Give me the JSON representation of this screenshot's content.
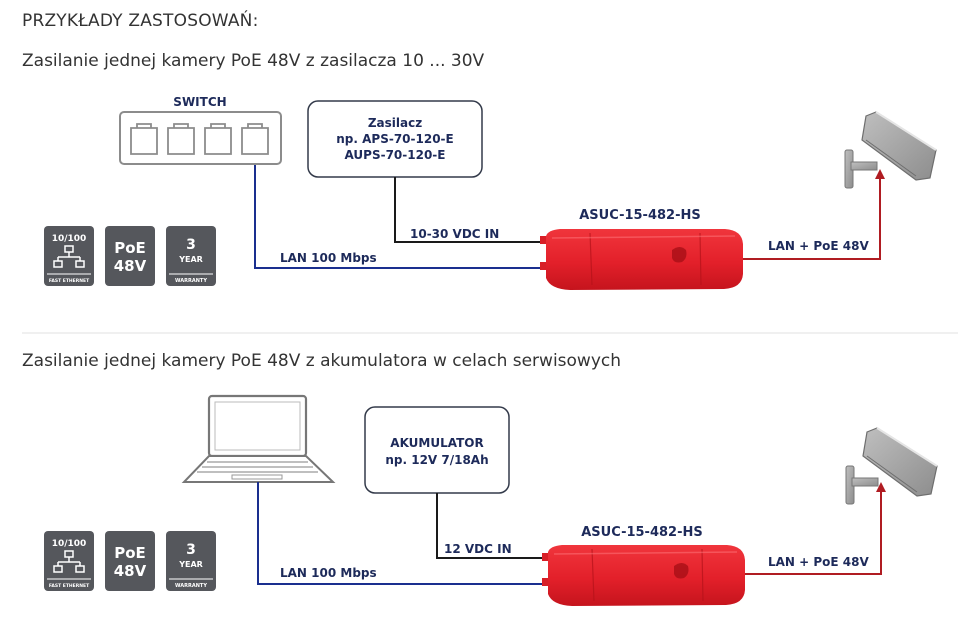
{
  "heading": "PRZYKŁADY ZASTOSOWAŃ:",
  "scenario1": {
    "title": "Zasilanie jednej kamery PoE 48V z zasilacza 10 ... 30V",
    "switch_label": "SWITCH",
    "psu_line1": "Zasilacz",
    "psu_line2": "np. APS-70-120-E",
    "psu_line3": "AUPS-70-120-E",
    "device_label": "ASUC-15-482-HS",
    "power_in_label": "10-30 VDC IN",
    "lan_label": "LAN 100 Mbps",
    "output_label": "LAN + PoE 48V"
  },
  "scenario2": {
    "title": "Zasilanie jednej kamery PoE 48V z akumulatora w celach serwisowych",
    "battery_line1": "AKUMULATOR",
    "battery_line2": "np. 12V 7/18Ah",
    "device_label": "ASUC-15-482-HS",
    "power_in_label": "12 VDC IN",
    "lan_label": "LAN 100 Mbps",
    "output_label": "LAN + PoE 48V"
  },
  "badges": {
    "ethernet_top": "10/100",
    "ethernet_bottom": "FAST ETHERNET",
    "poe_line1": "PoE",
    "poe_line2": "48V",
    "warranty_number": "3",
    "warranty_unit": "YEAR",
    "warranty_bottom": "WARRANTY"
  },
  "colors": {
    "lan_line": "#1a2f8f",
    "power_line": "#1a1a1a",
    "output_line": "#b01c22",
    "device_red": "#e8232b",
    "badge_gray": "#55575c"
  }
}
